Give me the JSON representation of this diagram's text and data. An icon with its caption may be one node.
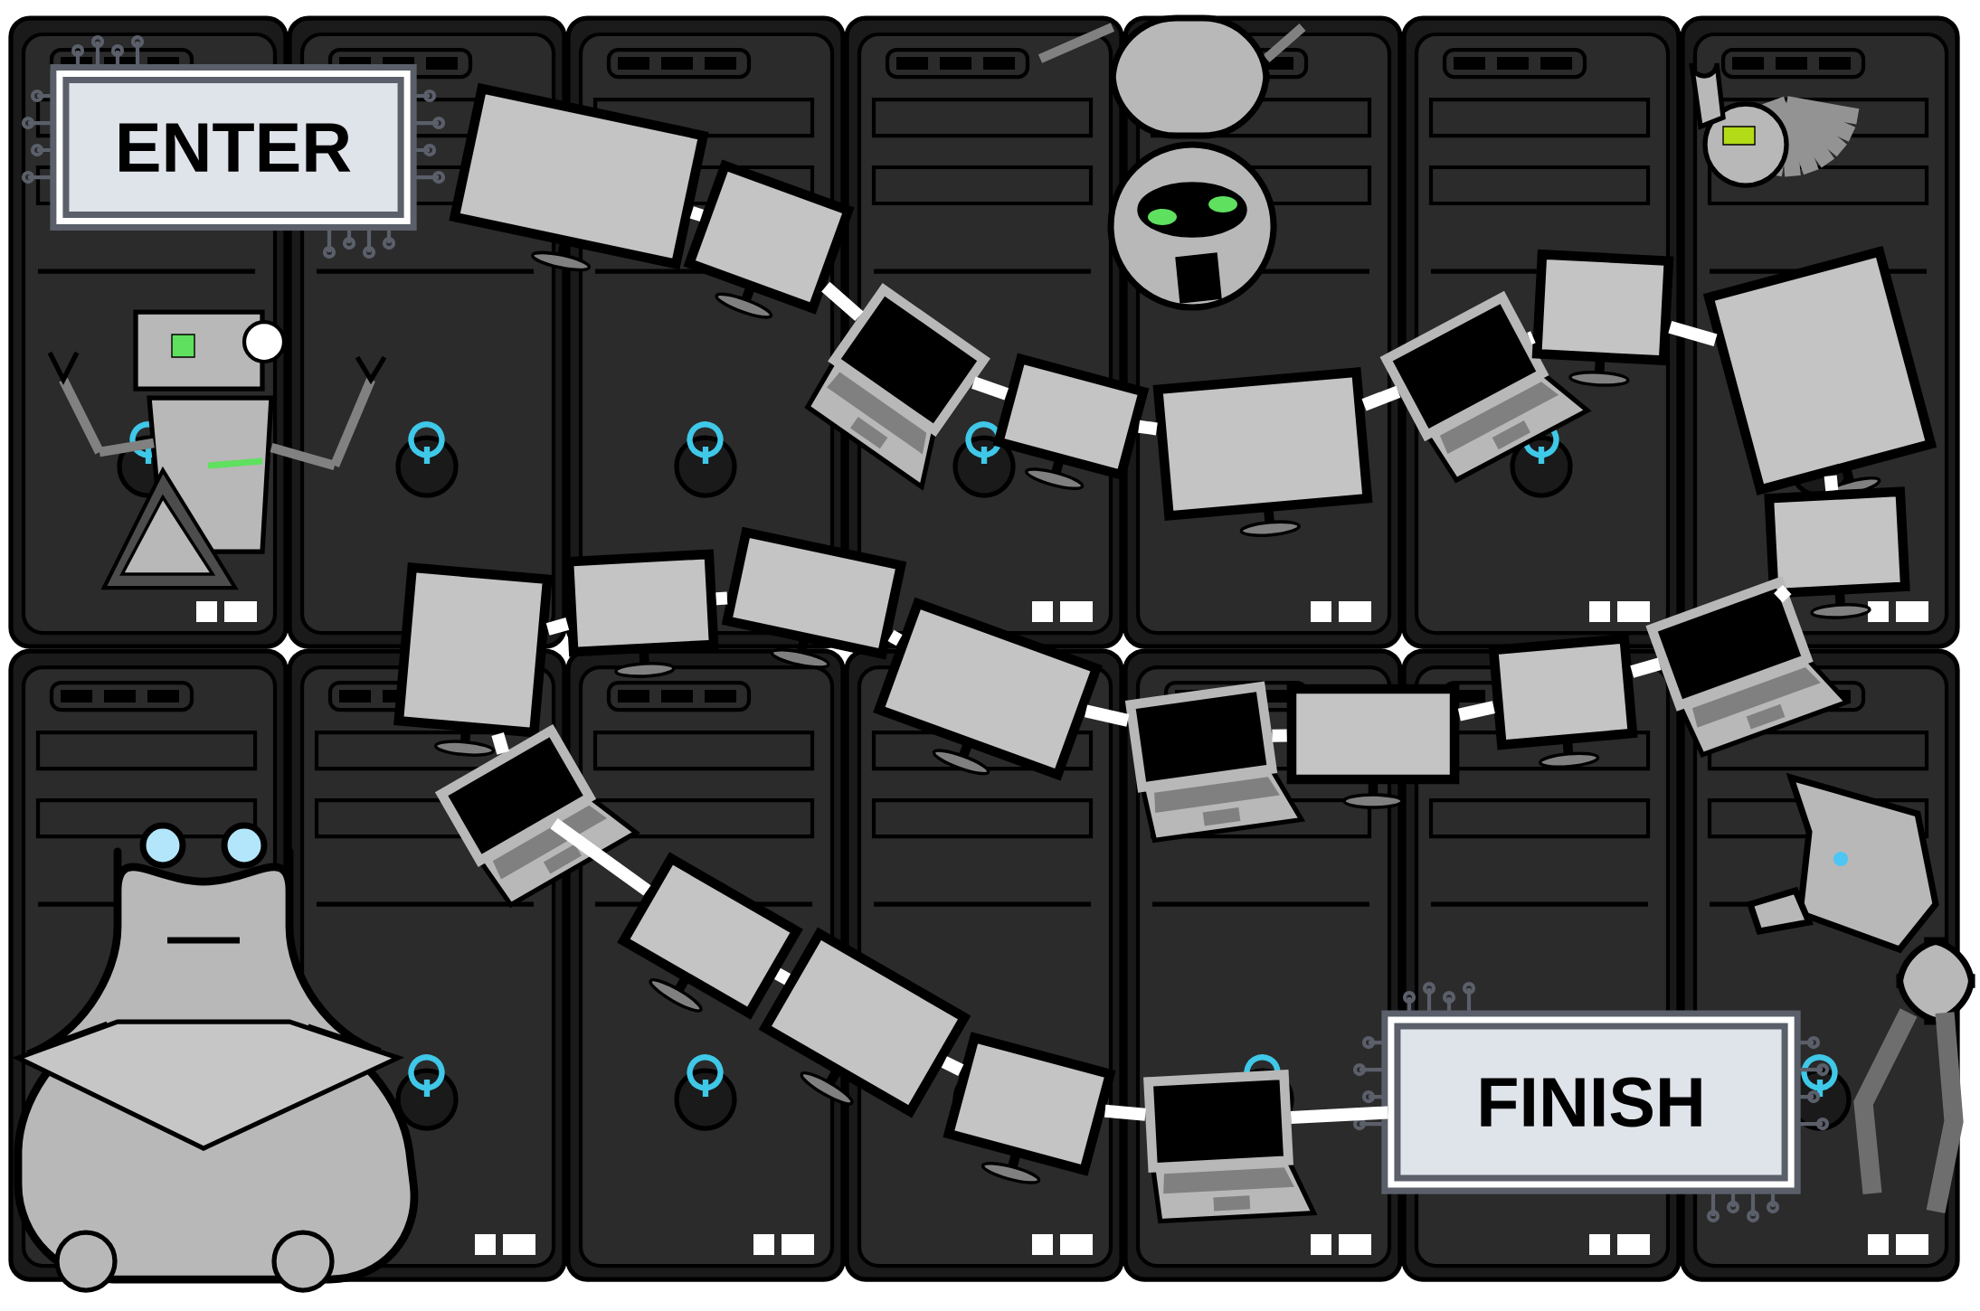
{
  "diagram": {
    "nodes": [
      {
        "text": [
          "ENTER"
        ]
      },
      {
        "text": [],
        "shape": "monitor"
      },
      {
        "text": [],
        "shape": "monitor"
      },
      {
        "text": [],
        "shape": "laptop"
      },
      {
        "text": [],
        "shape": "monitor"
      },
      {
        "text": [],
        "shape": "monitor"
      },
      {
        "text": [],
        "shape": "laptop"
      },
      {
        "text": [],
        "shape": "monitor"
      },
      {
        "text": [],
        "shape": "monitor"
      },
      {
        "text": [],
        "shape": "monitor"
      },
      {
        "text": [],
        "shape": "laptop"
      },
      {
        "text": [],
        "shape": "monitor"
      },
      {
        "text": [],
        "shape": "monitor"
      },
      {
        "text": [],
        "shape": "laptop"
      },
      {
        "text": [],
        "shape": "monitor"
      },
      {
        "text": [],
        "shape": "monitor"
      },
      {
        "text": [],
        "shape": "monitor"
      },
      {
        "text": [],
        "shape": "monitor"
      },
      {
        "text": [],
        "shape": "laptop"
      },
      {
        "text": [],
        "shape": "monitor"
      },
      {
        "text": [],
        "shape": "monitor"
      },
      {
        "text": [],
        "shape": "monitor"
      },
      {
        "text": [],
        "shape": "laptop"
      },
      {
        "text": [
          "FINISH"
        ]
      }
    ],
    "edges": [
      {
        "from": 1,
        "to": 2,
        "arrow": "none"
      },
      {
        "from": 2,
        "to": 3,
        "arrow": "none"
      },
      {
        "from": 3,
        "to": 4,
        "arrow": "none"
      },
      {
        "from": 4,
        "to": 5,
        "arrow": "none"
      },
      {
        "from": 5,
        "to": 6,
        "arrow": "none"
      },
      {
        "from": 6,
        "to": 7,
        "arrow": "none"
      },
      {
        "from": 7,
        "to": 8,
        "arrow": "none"
      },
      {
        "from": 8,
        "to": 9,
        "arrow": "none"
      },
      {
        "from": 9,
        "to": 10,
        "arrow": "none"
      },
      {
        "from": 10,
        "to": 11,
        "arrow": "none"
      },
      {
        "from": 11,
        "to": 12,
        "arrow": "none"
      },
      {
        "from": 12,
        "to": 13,
        "arrow": "none"
      },
      {
        "from": 13,
        "to": 14,
        "arrow": "none"
      },
      {
        "from": 14,
        "to": 15,
        "arrow": "none"
      },
      {
        "from": 15,
        "to": 16,
        "arrow": "none"
      },
      {
        "from": 16,
        "to": 17,
        "arrow": "none"
      },
      {
        "from": 17,
        "to": 18,
        "arrow": "none"
      },
      {
        "from": 18,
        "to": 19,
        "arrow": "none"
      },
      {
        "from": 19,
        "to": 20,
        "arrow": "none"
      },
      {
        "from": 20,
        "to": 21,
        "arrow": "none"
      },
      {
        "from": 21,
        "to": 22,
        "arrow": "none"
      },
      {
        "from": 22,
        "to": 23,
        "arrow": "none"
      }
    ]
  }
}
